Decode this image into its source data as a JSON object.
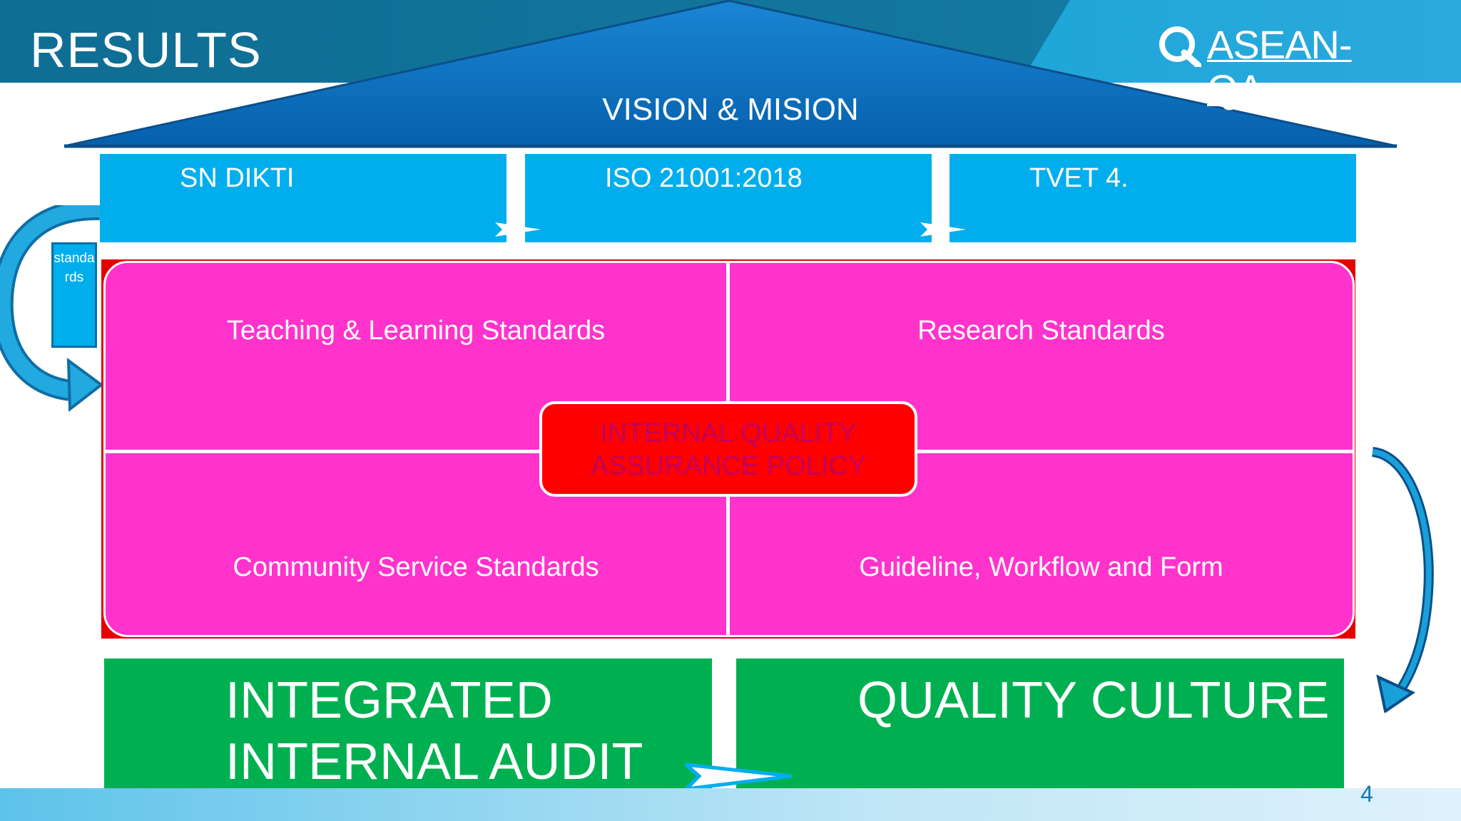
{
  "header": {
    "title": "RESULTS",
    "logo_text": "ASEAN-QA"
  },
  "roof": {
    "label": "VISION & MISION"
  },
  "frameworks": [
    {
      "label": "SN DIKTI"
    },
    {
      "label": "ISO 21001:2018"
    },
    {
      "label": "TVET 4."
    }
  ],
  "side_label": "standards",
  "quadrants": {
    "top_left": "Teaching & Learning Standards",
    "top_right": "Research Standards",
    "bottom_left": "Community Service Standards",
    "bottom_right": "Guideline, Workflow and Form"
  },
  "center": {
    "line1": "INTERNAL QUALITY",
    "line2": "ASSURANCE POLICY"
  },
  "outcomes": {
    "audit_line1": "INTEGRATED",
    "audit_line2": "INTERNAL AUDIT",
    "culture": "QUALITY CULTURE"
  },
  "page_number": "4",
  "colors": {
    "header": "#13789f",
    "roof": "#0b6fc4",
    "framework": "#00aeee",
    "matrix": "#ff33cc",
    "policy": "#ff0000",
    "outcome": "#00b050"
  }
}
